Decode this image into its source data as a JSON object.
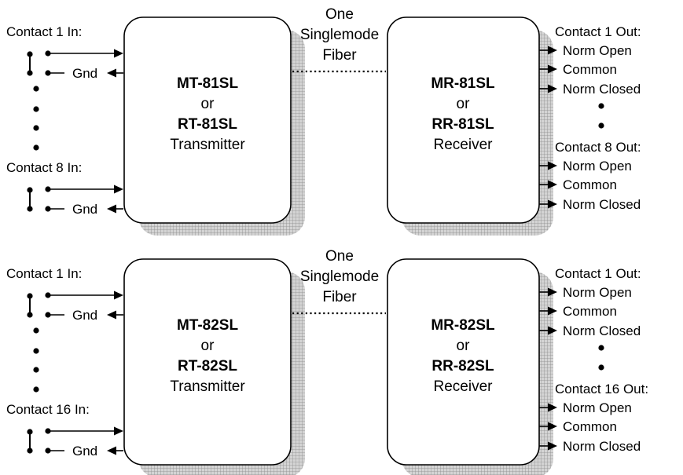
{
  "diagrams": [
    {
      "transmitter": {
        "model_a": "MT-81SL",
        "or_text": "or",
        "model_b": "RT-81SL",
        "role": "Transmitter"
      },
      "receiver": {
        "model_a": "MR-81SL",
        "or_text": "or",
        "model_b": "RR-81SL",
        "role": "Receiver"
      },
      "fiber": {
        "line1": "One",
        "line2": "Singlemode",
        "line3": "Fiber"
      },
      "inputs": {
        "first_label": "Contact 1 In:",
        "last_label": "Contact 8 In:",
        "gnd_label": "Gnd"
      },
      "outputs": {
        "first_label": "Contact 1 Out:",
        "last_label": "Contact 8 Out:",
        "norm_open": "Norm Open",
        "common": "Common",
        "norm_closed": "Norm Closed"
      }
    },
    {
      "transmitter": {
        "model_a": "MT-82SL",
        "or_text": "or",
        "model_b": "RT-82SL",
        "role": "Transmitter"
      },
      "receiver": {
        "model_a": "MR-82SL",
        "or_text": "or",
        "model_b": "RR-82SL",
        "role": "Receiver"
      },
      "fiber": {
        "line1": "One",
        "line2": "Singlemode",
        "line3": "Fiber"
      },
      "inputs": {
        "first_label": "Contact 1 In:",
        "last_label": "Contact 16 In:",
        "gnd_label": "Gnd"
      },
      "outputs": {
        "first_label": "Contact 1 Out:",
        "last_label": "Contact 16 Out:",
        "norm_open": "Norm Open",
        "common": "Common",
        "norm_closed": "Norm Closed"
      }
    }
  ],
  "colors": {
    "line": "#000000",
    "box_fill": "#ffffff",
    "shadow": "#9a9a9a"
  }
}
